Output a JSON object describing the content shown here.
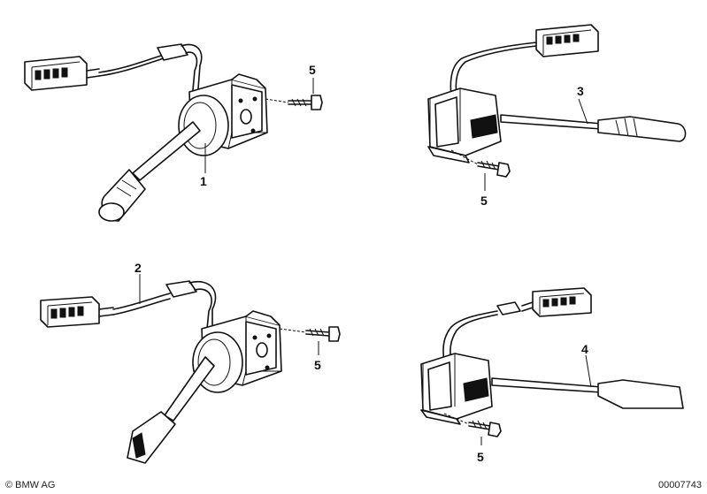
{
  "labels": {
    "p1": "1",
    "p2": "2",
    "p3": "3",
    "p4": "4",
    "p5a": "5",
    "p5b": "5",
    "p5c": "5",
    "p5d": "5"
  },
  "footer": {
    "copyright": "© BMW AG",
    "docnum": "00007743"
  }
}
